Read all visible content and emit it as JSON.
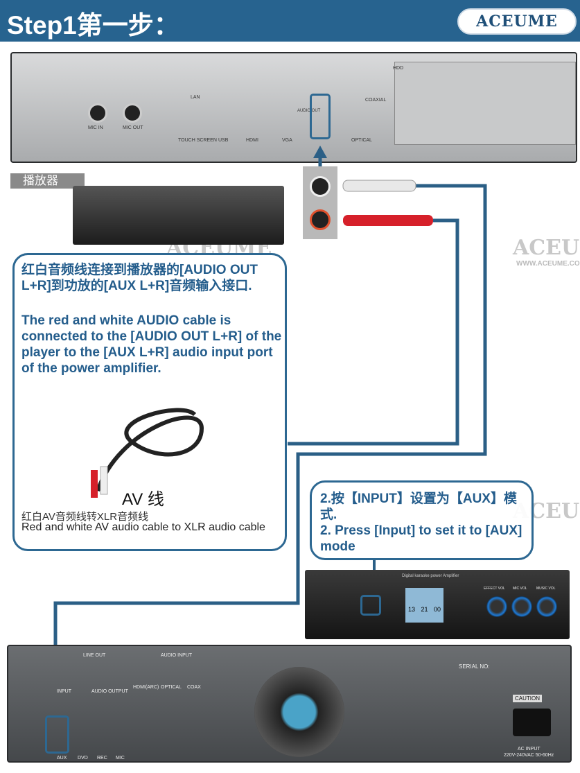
{
  "header": {
    "title": "Step1第一步：",
    "logo": "ACEUME"
  },
  "watermark": {
    "brand": "ACEUME",
    "url": "WWW.ACEUME.COM"
  },
  "player": {
    "tag": "播放器",
    "ports": [
      "MIC IN",
      "MIC OUT",
      "LAN",
      "TOUCH SCREEN",
      "USB",
      "HDMI",
      "VGA",
      "AUDIO OUT",
      "COAXIAL",
      "OPTICAL",
      "HDD"
    ]
  },
  "instructions": {
    "zh": "红白音频线连接到播放器的[AUDIO OUT L+R]到功放的[AUX L+R]音频输入接口.",
    "en": "The red and white AUDIO cable is connected to the [AUDIO OUT L+R] of the player to the [AUX L+R] audio input port of the power amplifier.",
    "cable_title": "AV 线",
    "cable_zh": "红白AV音频线转XLR音频线",
    "cable_en": "Red and white AV audio cable to XLR audio cable"
  },
  "step2": {
    "zh": "2.按【INPUT】设置为【AUX】模式.",
    "en": "2. Press [Input] to set it to [AUX] mode"
  },
  "amp_front": {
    "knobs": [
      "EFFECT VOL",
      "MIC VOL",
      "MUSIC VOL"
    ],
    "display": [
      "13",
      "21",
      "00"
    ],
    "header": "Digital karaoke power Amplifier"
  },
  "amp_back": {
    "labels": [
      "LINE OUT",
      "AUDIO INPUT",
      "INPUT",
      "AUDIO OUTPUT",
      "AUX",
      "DVD",
      "REC",
      "MIC",
      "HDMI(ARC)",
      "OPTICAL",
      "COAX",
      "SERIAL NO:",
      "CAUTION",
      "AC INPUT",
      "220V-240VAC 50-60Hz"
    ]
  }
}
